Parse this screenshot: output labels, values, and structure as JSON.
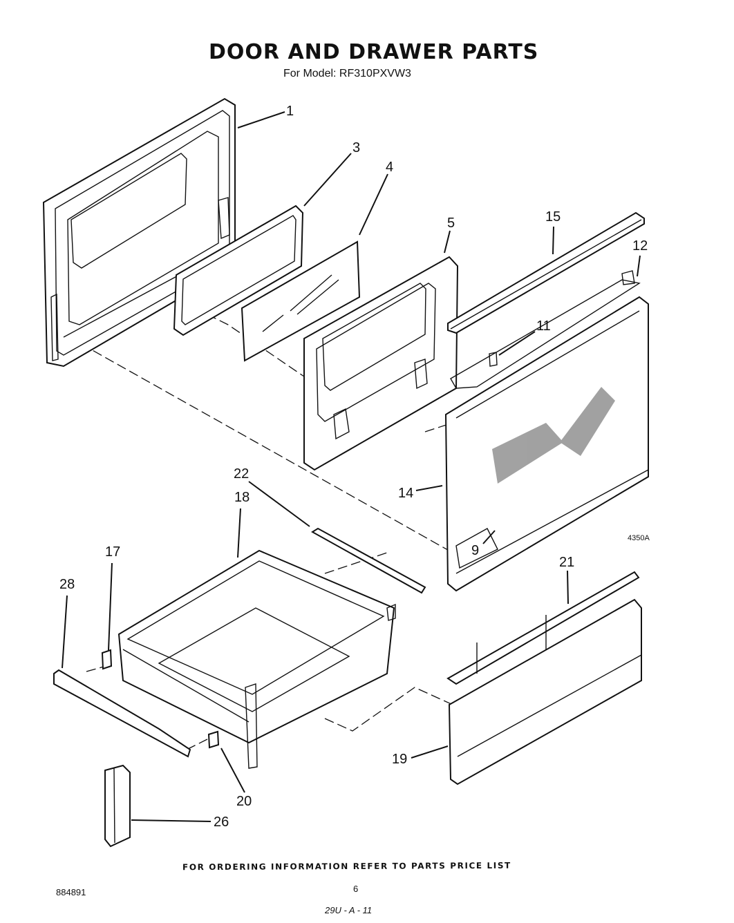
{
  "header": {
    "title": "DOOR AND DRAWER PARTS",
    "subtitle": "For Model: RF310PXVW3"
  },
  "callouts": [
    {
      "id": "1",
      "text": "1"
    },
    {
      "id": "3",
      "text": "3"
    },
    {
      "id": "4",
      "text": "4"
    },
    {
      "id": "5",
      "text": "5"
    },
    {
      "id": "15",
      "text": "15"
    },
    {
      "id": "12",
      "text": "12"
    },
    {
      "id": "11",
      "text": "11"
    },
    {
      "id": "14",
      "text": "14"
    },
    {
      "id": "9",
      "text": "9"
    },
    {
      "id": "22",
      "text": "22"
    },
    {
      "id": "18",
      "text": "18"
    },
    {
      "id": "17",
      "text": "17"
    },
    {
      "id": "28",
      "text": "28"
    },
    {
      "id": "21",
      "text": "21"
    },
    {
      "id": "19",
      "text": "19"
    },
    {
      "id": "20",
      "text": "20"
    },
    {
      "id": "26",
      "text": "26"
    }
  ],
  "figure_code": "4350A",
  "footer": {
    "ordering_note": "FOR ORDERING INFORMATION REFER TO PARTS PRICE LIST",
    "doc_number": "884891",
    "page_number": "6",
    "handwritten": "29U - A - 11"
  }
}
